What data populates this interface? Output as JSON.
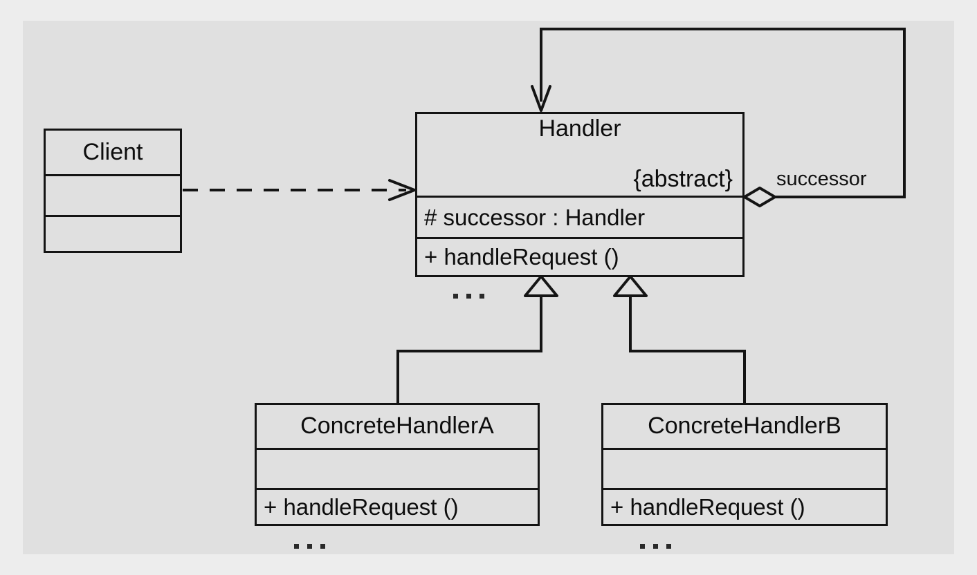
{
  "diagram": {
    "type": "uml-class-diagram",
    "pattern": "Chain of Responsibility",
    "background_color": "#e0e0e0",
    "frame_color": "#ededed",
    "line_color": "#141414"
  },
  "classes": {
    "client": {
      "name": "Client",
      "stereotype": "",
      "attributes": [
        ""
      ],
      "operations": [
        ""
      ]
    },
    "handler": {
      "name": "Handler",
      "abstract_tag": "{abstract}",
      "attribute": "#  successor  :  Handler",
      "operation": "+  handleRequest ()",
      "more": "..."
    },
    "concrete_a": {
      "name": "ConcreteHandlerA",
      "attribute": "",
      "operation": "+  handleRequest ()",
      "more": "..."
    },
    "concrete_b": {
      "name": "ConcreteHandlerB",
      "attribute": "",
      "operation": "+  handleRequest ()",
      "more": "..."
    }
  },
  "relationships": {
    "client_uses_handler": {
      "kind": "dependency",
      "line_style": "dashed",
      "arrowhead": "open",
      "source": "Client",
      "target": "Handler",
      "label": ""
    },
    "handler_successor": {
      "kind": "aggregation",
      "line_style": "solid",
      "source_decoration": "hollow-diamond",
      "arrowhead": "open",
      "source": "Handler",
      "target": "Handler",
      "label": "successor"
    },
    "concrete_a_inherits": {
      "kind": "generalization",
      "line_style": "solid",
      "arrowhead": "hollow-triangle",
      "source": "ConcreteHandlerA",
      "target": "Handler"
    },
    "concrete_b_inherits": {
      "kind": "generalization",
      "line_style": "solid",
      "arrowhead": "hollow-triangle",
      "source": "ConcreteHandlerB",
      "target": "Handler"
    }
  }
}
